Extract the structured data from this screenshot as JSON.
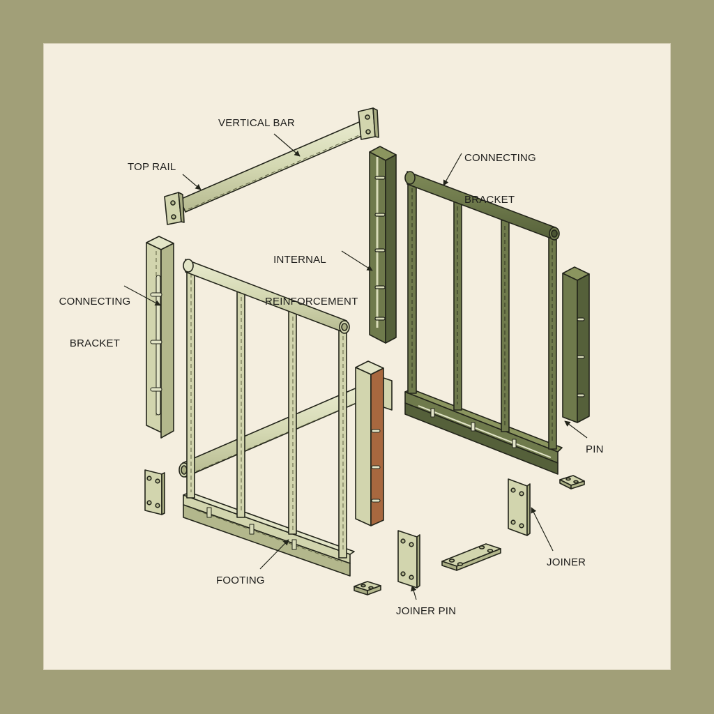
{
  "diagram": {
    "type": "exploded-isometric-assembly",
    "subject": "modular railing / fence panel kit",
    "colors": {
      "frame_background": "#a19f78",
      "paper": "#f4eedf",
      "light_part": "#d6d9b6",
      "light_part_shade": "#b9bd93",
      "dark_part": "#6f7a4c",
      "dark_part_shade": "#55603a",
      "wood_interior": "#a8683f",
      "outline": "#22241a"
    },
    "labels": {
      "top_rail": "TOP RAIL",
      "vertical_bar": "VERTICAL BAR",
      "connecting_bracket_right_line1": "CONNECTING",
      "connecting_bracket_right_line2": "BRACKET",
      "internal_reinforcement_line1": "INTERNAL",
      "internal_reinforcement_line2": "REINFORCEMENT",
      "connecting_bracket_left_line1": "CONNECTING",
      "connecting_bracket_left_line2": "BRACKET",
      "pin": "PIN",
      "joiner": "JOINER",
      "footing": "FOOTING",
      "joiner_pin": "JOINER PIN"
    },
    "parts": [
      {
        "id": "top-rail-bar",
        "color": "light",
        "description": "horizontal tube with square end plates"
      },
      {
        "id": "left-connecting-bracket",
        "color": "light",
        "description": "C-channel post with pins"
      },
      {
        "id": "internal-reinforcement-post",
        "color": "dark",
        "description": "C-channel post with 5 pins"
      },
      {
        "id": "left-panel",
        "color": "light",
        "description": "rail panel with 4 vertical bars, top tube, footing channel"
      },
      {
        "id": "diagonal-brace",
        "color": "light",
        "description": "diagonal tube through left panel"
      },
      {
        "id": "center-post",
        "color": "light-with-wood",
        "description": "C-channel post with brown interior and 3 pins"
      },
      {
        "id": "right-panel",
        "color": "dark",
        "description": "rail panel with 4 vertical bars, top tube, footing channel"
      },
      {
        "id": "right-pin-post",
        "color": "dark",
        "description": "C-channel post with 3 pins"
      },
      {
        "id": "small-plates",
        "count": 7,
        "description": "joiner plates with bolt holes"
      }
    ]
  }
}
